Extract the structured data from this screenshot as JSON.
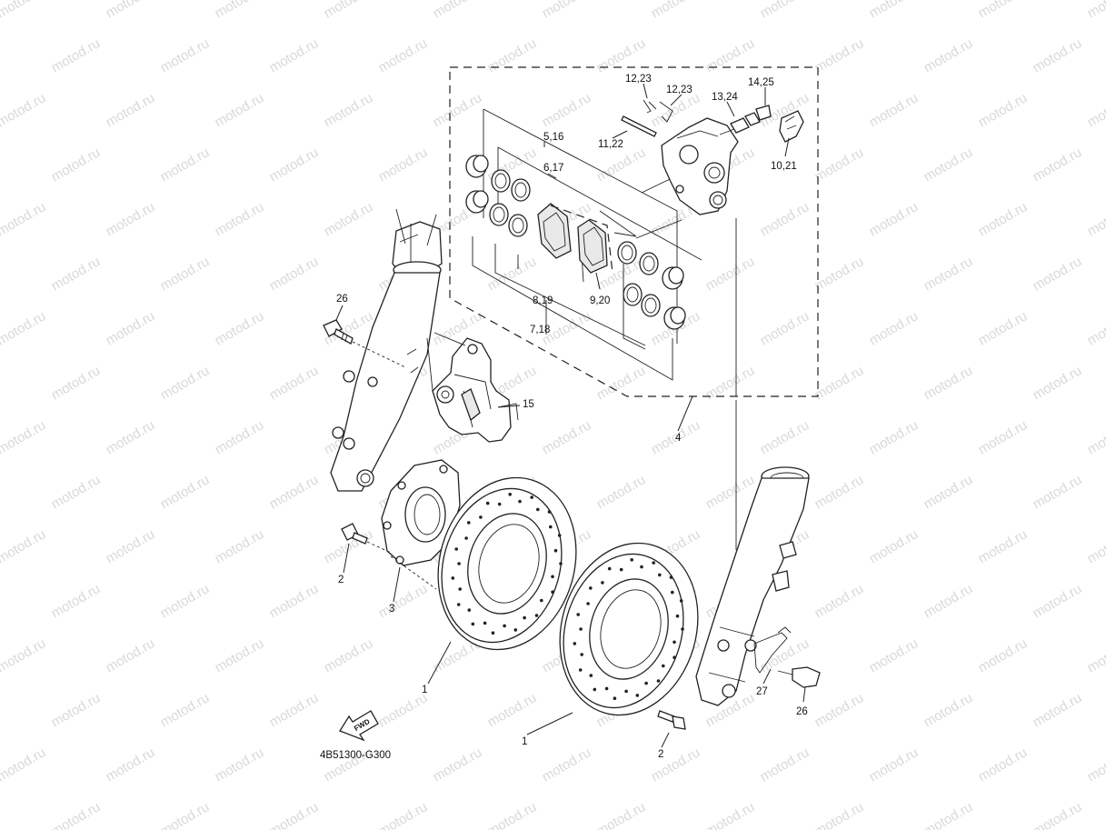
{
  "watermark": "motod.ru",
  "diagram_code": "4B51300-G300",
  "fwd_label": "FWD",
  "callouts": {
    "c1a": "1",
    "c1b": "1",
    "c2a": "2",
    "c2b": "2",
    "c3": "3",
    "c4": "4",
    "c5_16": "5,16",
    "c6_17": "6,17",
    "c7_18": "7,18",
    "c8_19": "8,19",
    "c9_20": "9,20",
    "c10_21": "10,21",
    "c11_22": "11,22",
    "c12_23a": "12,23",
    "c12_23b": "12,23",
    "c13_24": "13,24",
    "c14_25": "14,25",
    "c15": "15",
    "c26a": "26",
    "c26b": "26",
    "c27": "27"
  }
}
